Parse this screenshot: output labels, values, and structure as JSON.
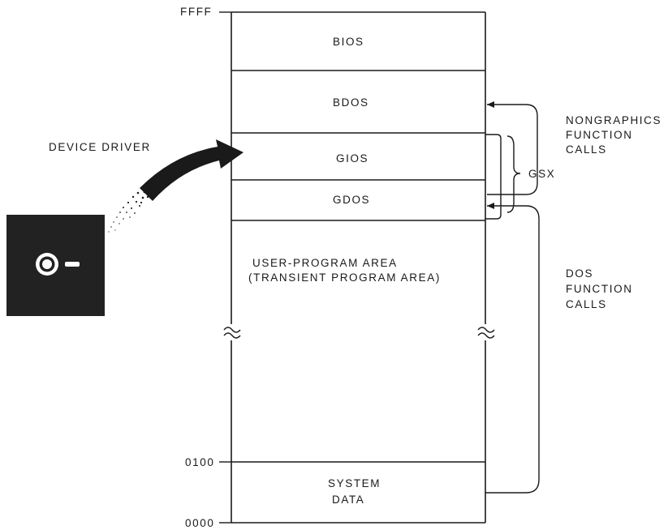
{
  "memory_map": {
    "addresses": {
      "top": "FFFF",
      "tpa_start": "0100",
      "bottom": "0000"
    },
    "regions": {
      "bios": "BIOS",
      "bdos": "BDOS",
      "gios": "GIOS",
      "gdos": "GDOS",
      "user_area_line1": "USER-PROGRAM AREA",
      "user_area_line2": "(TRANSIENT PROGRAM AREA)",
      "system_data_line1": "SYSTEM",
      "system_data_line2": "DATA"
    }
  },
  "annotations": {
    "device_driver": "DEVICE DRIVER",
    "gsx": "GSX",
    "nongraphics_calls": [
      "NONGRAPHICS",
      "FUNCTION",
      "CALLS"
    ],
    "dos_calls": [
      "DOS",
      "FUNCTION",
      "CALLS"
    ]
  },
  "icons": {
    "disk": "floppy-disk-icon",
    "arrow": "device-driver-arrow-icon"
  },
  "colors": {
    "ink": "#1a1a1a",
    "disk_body": "#222222",
    "background": "#ffffff"
  }
}
